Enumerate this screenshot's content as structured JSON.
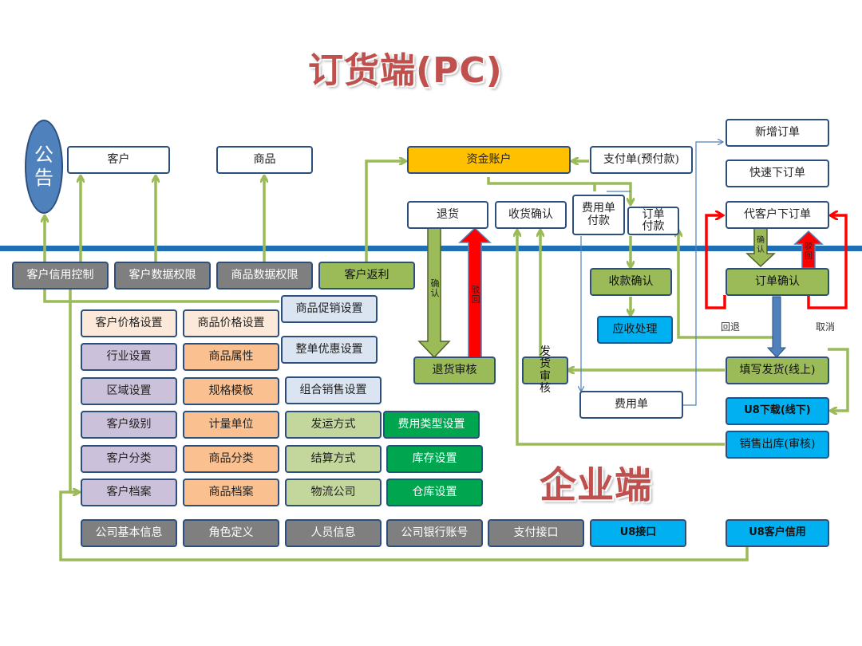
{
  "title_pc": "订货端(PC)",
  "title_enterprise": "企业端",
  "notice": "公告",
  "top_boxes": {
    "customer": "客户",
    "product": "商品",
    "fund_account": "资金账户",
    "payment_order": "支付单(预付款)",
    "new_order": "新增订单",
    "quick_order": "快速下订单",
    "proxy_order": "代客户下订单",
    "return_goods": "退货",
    "receipt_confirm": "收货确认",
    "fee_order_payment": "费用单付款",
    "order_payment": "订单付款"
  },
  "middle_row": {
    "credit_control": "客户信用控制",
    "customer_data_perm": "客户数据权限",
    "product_data_perm": "商品数据权限",
    "customer_rebate": "客户返利"
  },
  "flow_boxes": {
    "collection_confirm": "收款确认",
    "receivable": "应收处理",
    "order_confirm": "订单确认",
    "return_review": "退货审核",
    "ship_review": "发货审核",
    "fill_shipment": "填写发货(线上)",
    "fee_order": "费用单",
    "u8_download": "U8下载(线下)",
    "sales_outbound": "销售出库(审核)"
  },
  "labels": {
    "confirm": "确认",
    "reject": "驳回",
    "rollback": "回退",
    "cancel": "取消"
  },
  "grid": {
    "customer_price": "客户价格设置",
    "product_price": "商品价格设置",
    "promo": "商品促销设置",
    "industry": "行业设置",
    "product_attr": "商品属性",
    "whole_discount": "整单优惠设置",
    "region": "区域设置",
    "spec_template": "规格模板",
    "combo_promo": "组合销售设置",
    "customer_level": "客户级别",
    "unit": "计量单位",
    "ship_method": "发运方式",
    "fee_type": "费用类型设置",
    "customer_class": "客户分类",
    "product_class": "商品分类",
    "settle_method": "结算方式",
    "inventory": "库存设置",
    "customer_archive": "客户档案",
    "product_archive": "商品档案",
    "logistics": "物流公司",
    "warehouse": "仓库设置"
  },
  "bottom_row": {
    "company_info": "公司基本信息",
    "role": "角色定义",
    "staff": "人员信息",
    "bank": "公司银行账号",
    "pay_api": "支付接口",
    "u8_api": "U8接口",
    "u8_credit": "U8客户信用"
  },
  "colors": {
    "green_arrow": "#9bbb59",
    "red_arrow": "#ff0000",
    "divider": "#1f6fb5",
    "title": "#c0504d"
  }
}
